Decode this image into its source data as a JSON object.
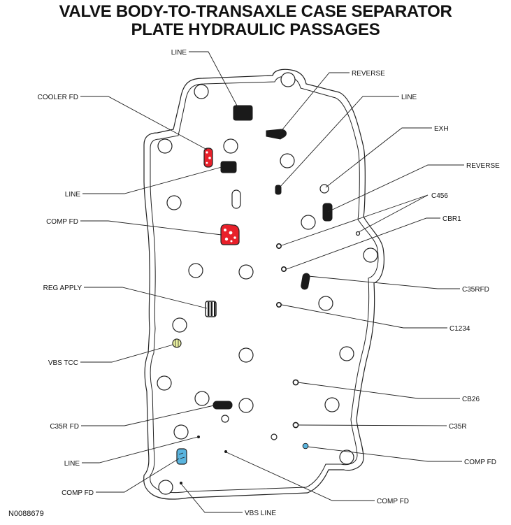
{
  "title": {
    "line1": "VALVE BODY-TO-TRANSAXLE CASE SEPARATOR",
    "line2": "PLATE HYDRAULIC PASSAGES"
  },
  "figure_id": "N0088679",
  "labels": {
    "line_top": "LINE",
    "reverse_top": "REVERSE",
    "line_right": "LINE",
    "cooler_fd": "COOLER FD",
    "exh": "EXH",
    "reverse_mid": "REVERSE",
    "line_left": "LINE",
    "c456": "C456",
    "cbr1": "CBR1",
    "comp_fd_left": "COMP FD",
    "reg_apply": "REG APPLY",
    "c35rfd": "C35RFD",
    "c1234": "C1234",
    "vbs_tcc": "VBS TCC",
    "cb26": "CB26",
    "c35r_fd": "C35R FD",
    "c35r": "C35R",
    "line_bottom": "LINE",
    "comp_fd_right": "COMP FD",
    "comp_fd_bottom_left": "COMP FD",
    "comp_fd_bottom": "COMP FD",
    "vbs_line": "VBS LINE"
  },
  "colors": {
    "outline": "#222222",
    "passage_fill": "#1a1a1a",
    "cooler_red": "#e8202a",
    "tcc_yellow": "#e9f0a0",
    "comp_blue": "#5ab4de"
  }
}
